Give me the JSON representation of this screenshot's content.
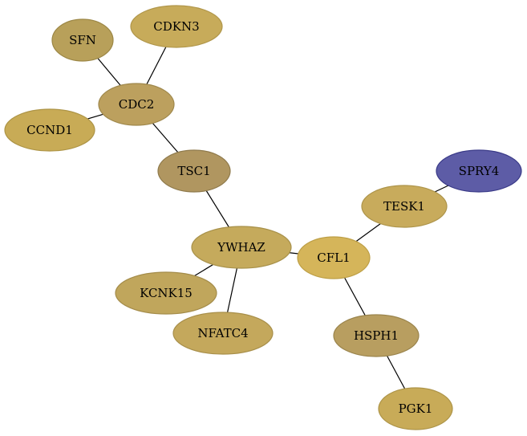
{
  "graph": {
    "nodes": [
      {
        "id": "SFN",
        "label": "SFN",
        "fill": "#b8a05a",
        "stroke": "#9c8746"
      },
      {
        "id": "CDKN3",
        "label": "CDKN3",
        "fill": "#c7ab5a",
        "stroke": "#b0964a"
      },
      {
        "id": "CDC2",
        "label": "CDC2",
        "fill": "#bca05e",
        "stroke": "#9f884c"
      },
      {
        "id": "CCND1",
        "label": "CCND1",
        "fill": "#c8ab56",
        "stroke": "#ad9446"
      },
      {
        "id": "TSC1",
        "label": "TSC1",
        "fill": "#b09660",
        "stroke": "#8f7a4c"
      },
      {
        "id": "SPRY4",
        "label": "SPRY4",
        "fill": "#5d5ca6",
        "stroke": "#3a3a88"
      },
      {
        "id": "TESK1",
        "label": "TESK1",
        "fill": "#c8ab5c",
        "stroke": "#ad944a"
      },
      {
        "id": "YWHAZ",
        "label": "YWHAZ",
        "fill": "#c5aa5c",
        "stroke": "#a8914a"
      },
      {
        "id": "CFL1",
        "label": "CFL1",
        "fill": "#d5b55a",
        "stroke": "#bd9f46"
      },
      {
        "id": "KCNK15",
        "label": "KCNK15",
        "fill": "#c0a65c",
        "stroke": "#a48c4a"
      },
      {
        "id": "NFATC4",
        "label": "NFATC4",
        "fill": "#c4a85c",
        "stroke": "#a88f4a"
      },
      {
        "id": "HSPH1",
        "label": "HSPH1",
        "fill": "#b89e60",
        "stroke": "#9a844c"
      },
      {
        "id": "PGK1",
        "label": "PGK1",
        "fill": "#c8ab58",
        "stroke": "#ad9448"
      }
    ],
    "edges": [
      {
        "source": "SFN",
        "target": "CDC2"
      },
      {
        "source": "CDKN3",
        "target": "CDC2"
      },
      {
        "source": "CCND1",
        "target": "CDC2"
      },
      {
        "source": "CDC2",
        "target": "TSC1"
      },
      {
        "source": "TSC1",
        "target": "YWHAZ"
      },
      {
        "source": "YWHAZ",
        "target": "CFL1"
      },
      {
        "source": "YWHAZ",
        "target": "KCNK15"
      },
      {
        "source": "YWHAZ",
        "target": "NFATC4"
      },
      {
        "source": "CFL1",
        "target": "TESK1"
      },
      {
        "source": "TESK1",
        "target": "SPRY4"
      },
      {
        "source": "CFL1",
        "target": "HSPH1"
      },
      {
        "source": "HSPH1",
        "target": "PGK1"
      }
    ]
  }
}
